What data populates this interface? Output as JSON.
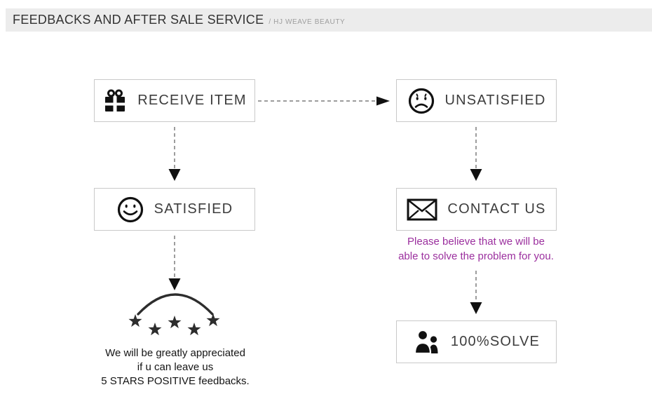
{
  "header": {
    "title": "FEEDBACKS AND AFTER SALE SERVICE",
    "subtitle": "/ HJ WEAVE BEAUTY"
  },
  "flow": {
    "receive_item": {
      "label": "RECEIVE ITEM",
      "icon": "gift-icon"
    },
    "unsatisfied": {
      "label": "UNSATISFIED",
      "icon": "sad-face-icon"
    },
    "satisfied": {
      "label": "SATISFIED",
      "icon": "smiley-face-icon"
    },
    "contact_us": {
      "label": "CONTACT US",
      "icon": "envelope-icon"
    },
    "solve": {
      "label": "100%SOLVE",
      "icon": "people-icon"
    }
  },
  "notes": {
    "contact_line1": "Please believe that we will be",
    "contact_line2": "able to solve the problem for you.",
    "feedback_line1": "We will be greatly appreciated",
    "feedback_line2": "if u can leave us",
    "feedback_line3": "5 STARS POSITIVE feedbacks."
  },
  "decor": {
    "stars_count": "5",
    "colors": {
      "header_bg": "#ececec",
      "title_ink": "#333333",
      "subtitle_gray": "#9e9e9e",
      "box_border": "#c9c9c9",
      "label_ink": "#3d3d3d",
      "icon_ink": "#111111",
      "star_ink": "#2d2d2d",
      "arrow_dash": "#7d7d7d",
      "arrow_head": "#111111",
      "note_purple": "#9b2f9e",
      "note_ink": "#141414"
    }
  }
}
